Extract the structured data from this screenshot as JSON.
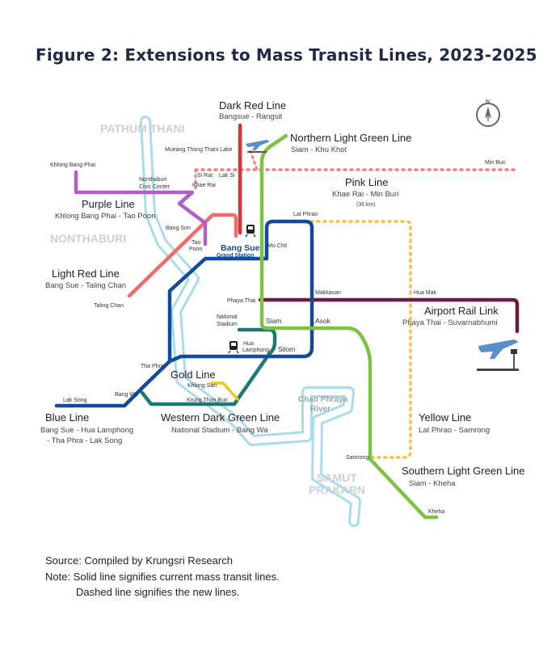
{
  "title": "Figure 2:  Extensions to Mass Transit Lines, 2023-2025",
  "notes": {
    "source": "Source: Compiled by Krungsri Research",
    "note1": "Note: Solid line signifies current mass transit lines.",
    "note2": "Dashed line signifies the new lines."
  },
  "provinces": {
    "pathum_thani": "PATHUM THANI",
    "nonthaburi": "NONTHABURI",
    "samut": "SAMUT",
    "prakarn": "PRAKARN"
  },
  "river": {
    "line1": "Chao Phraya",
    "line2": "River"
  },
  "lines": {
    "dark_red": {
      "name": "Dark Red Line",
      "route": "Bangsue - Rangsit",
      "color": "#d7323a"
    },
    "northern_green": {
      "name": "Northern Light Green Line",
      "route": "Siam - Khu Khot",
      "color": "#7dc242"
    },
    "pink": {
      "name": "Pink Line",
      "route": "Khae Rai - Min Buri",
      "length": "(36 km)",
      "color": "#f08080"
    },
    "purple": {
      "name": "Purple Line",
      "route": "Khlong Bang Phai - Tao Poon",
      "color": "#b05fc7"
    },
    "light_red": {
      "name": "Light Red Line",
      "route": "Bang Sue - Taling Chan",
      "color": "#f26b6b"
    },
    "airport": {
      "name": "Airport Rail Link",
      "route": "Phaya Thai - Suvarnabhumi",
      "color": "#6d1a3e"
    },
    "gold": {
      "name": "Gold Line",
      "color": "#f2c51a"
    },
    "blue": {
      "name": "Blue Line",
      "route1": "Bang Sue - Hua Lamphong",
      "route2": "- Tha Phra - Lak Song",
      "color": "#124a9c"
    },
    "western_green": {
      "name": "Western Dark Green Line",
      "route": "National Stadium - Bang Wa",
      "color": "#1b7a75"
    },
    "yellow": {
      "name": "Yellow Line",
      "route": "Lat Phrao - Samrong",
      "color": "#f5c04a"
    },
    "southern_green": {
      "name": "Southern Light Green Line",
      "route": "Siam - Kheha",
      "color": "#7dc242"
    }
  },
  "stations": {
    "min_buri": "Min Buri",
    "mueang_thong": "Mueang Thong Thani Lake",
    "khlong_bang_phai": "Khlong Bang Phai",
    "si_rat": "Si Rat",
    "lak_si": "Lak Si",
    "nonthaburi_civic1": "Nonthaburi",
    "nonthaburi_civic2": "Civic Center",
    "khae_rai": "Khae Rai",
    "bang_son": "Bang Son",
    "lat_phrao": "Lat Phrao",
    "tao_poon1": "Tao",
    "tao_poon2": "Poon",
    "bang_sue1": "Bang Sue",
    "bang_sue2": "Grand Station",
    "mo_chit": "Mo Chit",
    "taling_chan": "Taling Chan",
    "makkasan": "Makkasan",
    "phaya_thai": "Phaya Thai",
    "hua_mak": "Hua Mak",
    "national_stadium1": "National",
    "national_stadium2": "Stadium",
    "siam": "Siam",
    "asok": "Asok",
    "hua_lamphong1": "Hua",
    "hua_lamphong2": "Lamphong",
    "silom": "Silom",
    "tha_phra": "Tha Phra",
    "khlong_san": "Khlong San",
    "bang_wa": "Bang Wa",
    "krung_thon_buri": "Krung Thon Buri",
    "lak_song": "Lak Song",
    "samrong": "Samrong",
    "kheha": "Kheha"
  },
  "compass_label": "N",
  "icons": [
    "airplane-icon",
    "train-icon",
    "compass-icon",
    "airport-icon"
  ]
}
